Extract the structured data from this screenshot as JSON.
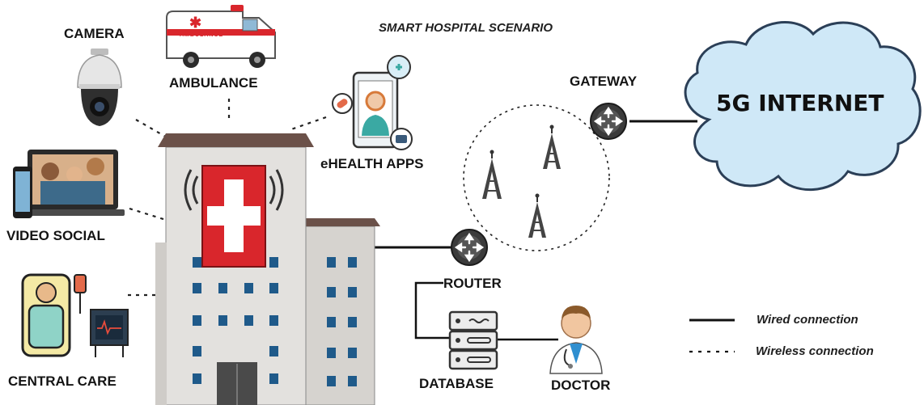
{
  "title": "SMART HOSPITAL SCENARIO",
  "nodes": {
    "camera": "CAMERA",
    "ambulance": "AMBULANCE",
    "ambulance_sign": "AMBULANCE",
    "video_social": "VIDEO SOCIAL",
    "central_care": "CENTRAL CARE",
    "ehealth_apps": "eHEALTH APPS",
    "gateway": "GATEWAY",
    "internet": "5G INTERNET",
    "router": "ROUTER",
    "database": "DATABASE",
    "doctor": "DOCTOR"
  },
  "legend": {
    "wired": "Wired connection",
    "wireless": "Wireless connection"
  },
  "colors": {
    "hospital_red": "#d9262c",
    "building_wall": "#e3e1de",
    "building_roof": "#6b5149",
    "window_blue": "#1f5a8a",
    "cloud_fill": "#cfe8f7",
    "cloud_stroke": "#2b3f57",
    "device_dark": "#3a3a3a"
  },
  "icons": [
    "camera-icon",
    "ambulance-icon",
    "phone-app-icon",
    "laptop-icon",
    "patient-bed-icon",
    "hospital-building-icon",
    "tower-icon",
    "router-icon",
    "gateway-icon",
    "cloud-icon",
    "database-icon",
    "doctor-icon"
  ]
}
